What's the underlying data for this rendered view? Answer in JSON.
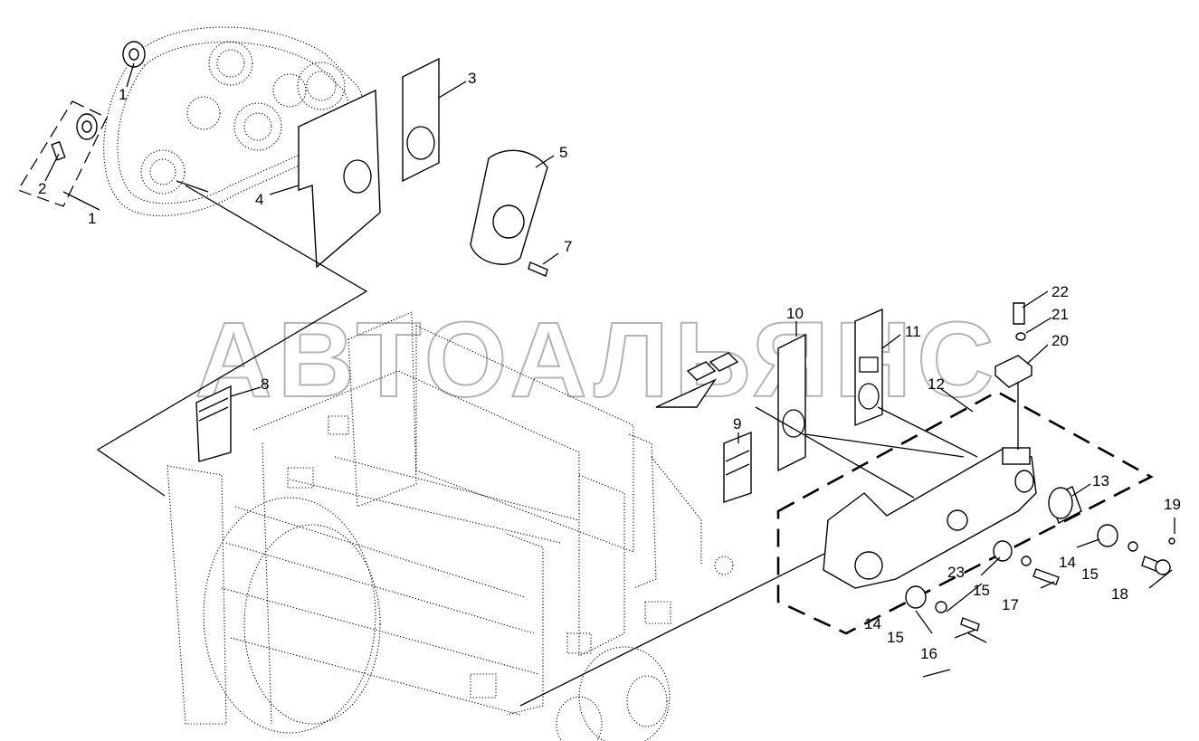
{
  "watermark": "АВТОАЛЬЯНС",
  "callouts": [
    {
      "label": "1"
    },
    {
      "label": "1"
    },
    {
      "label": "2"
    },
    {
      "label": "3"
    },
    {
      "label": "4"
    },
    {
      "label": "5"
    },
    {
      "label": "7"
    },
    {
      "label": "8"
    },
    {
      "label": "9"
    },
    {
      "label": "10"
    },
    {
      "label": "11"
    },
    {
      "label": "12"
    },
    {
      "label": "13"
    },
    {
      "label": "14"
    },
    {
      "label": "14"
    },
    {
      "label": "15"
    },
    {
      "label": "15"
    },
    {
      "label": "15"
    },
    {
      "label": "16"
    },
    {
      "label": "17"
    },
    {
      "label": "18"
    },
    {
      "label": "19"
    },
    {
      "label": "20"
    },
    {
      "label": "21"
    },
    {
      "label": "22"
    },
    {
      "label": "23"
    }
  ]
}
